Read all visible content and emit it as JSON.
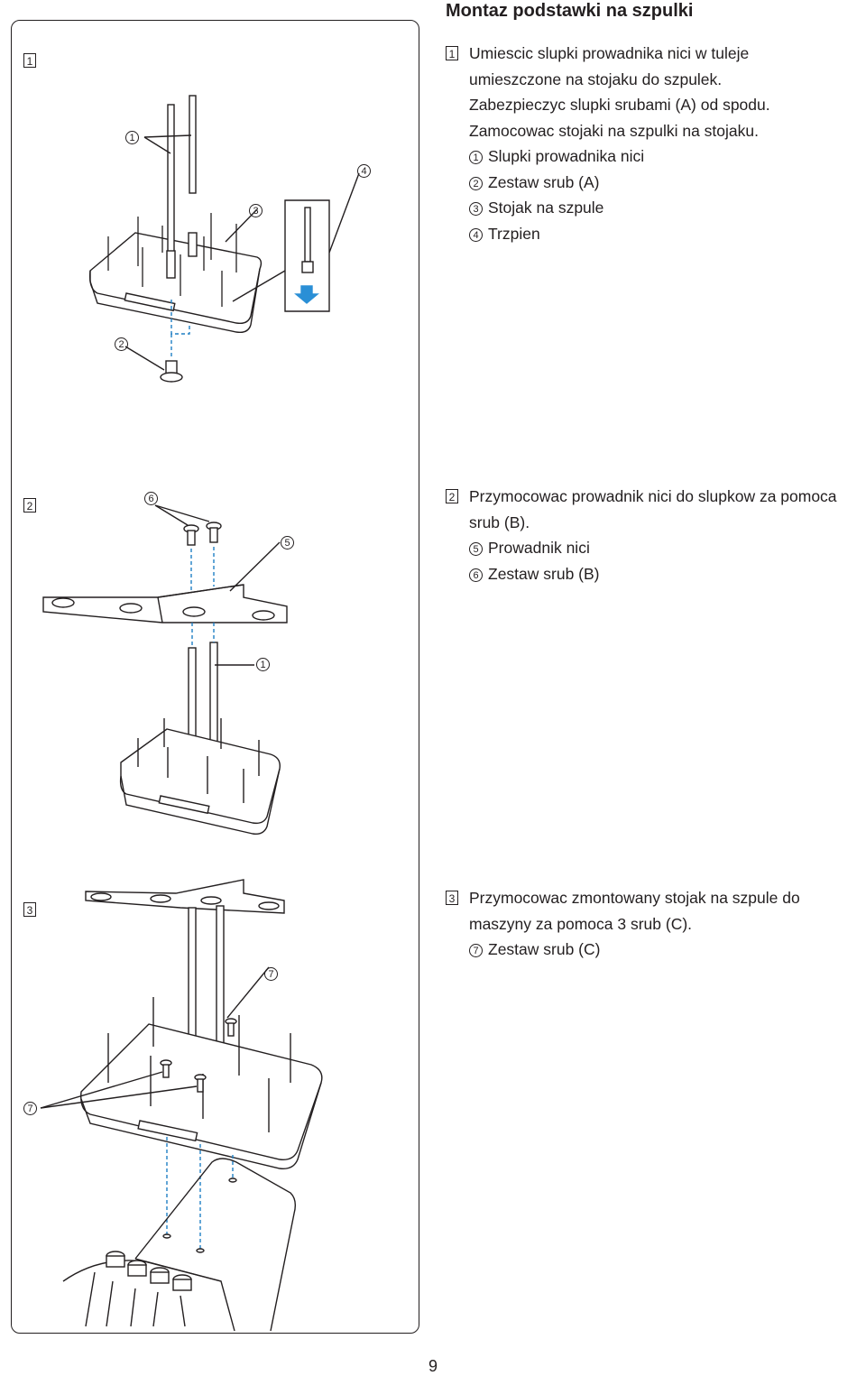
{
  "title": "Montaz podstawki na szpulki",
  "page_number": "9",
  "steps": [
    {
      "number": "1",
      "lines": [
        "Umiescic slupki prowadnika nici w tuleje",
        "umieszczone na stojaku do szpulek.",
        "Zabezpieczyc slupki srubami (A) od spodu.",
        "Zamocowac stojaki na szpulki na stojaku."
      ],
      "items": [
        {
          "num": "1",
          "label": "Slupki prowadnika nici"
        },
        {
          "num": "2",
          "label": "Zestaw srub (A)"
        },
        {
          "num": "3",
          "label": "Stojak na szpule"
        },
        {
          "num": "4",
          "label": "Trzpien"
        }
      ]
    },
    {
      "number": "2",
      "lines": [
        "Przymocowac prowadnik nici do slupkow za pomoca",
        "srub (B)."
      ],
      "items": [
        {
          "num": "5",
          "label": "Prowadnik nici"
        },
        {
          "num": "6",
          "label": "Zestaw srub (B)"
        }
      ]
    },
    {
      "number": "3",
      "lines": [
        "Przymocowac zmontowany stojak na szpule do",
        "maszyny za pomoca 3 srub (C)."
      ],
      "items": [
        {
          "num": "7",
          "label": "Zestaw srub (C)"
        }
      ]
    }
  ],
  "figure_callouts": {
    "fig1": [
      "1",
      "3",
      "4",
      "2"
    ],
    "fig2": [
      "6",
      "5",
      "1"
    ],
    "fig3": [
      "7",
      "7"
    ]
  },
  "colors": {
    "ink": "#231f20",
    "leader_blue": "#1f7fc4",
    "arrow_blue": "#2a8fd6"
  }
}
